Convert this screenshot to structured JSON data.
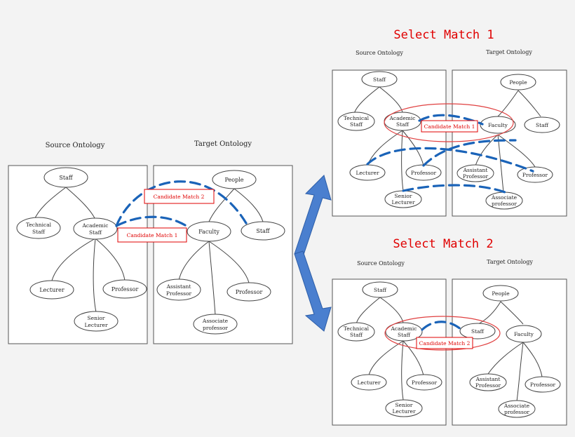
{
  "left": {
    "source_label": "Source Ontology",
    "target_label": "Target Ontology",
    "source_nodes": {
      "staff": "Staff",
      "technical_staff": [
        "Technical",
        "Staff"
      ],
      "academic_staff": [
        "Academic",
        "Staff"
      ],
      "lecturer": "Lecturer",
      "professor": "Professor",
      "senior_lecturer": [
        "Senior",
        "Lecturer"
      ]
    },
    "target_nodes": {
      "people": "People",
      "faculty": "Faculty",
      "staff": "Staff",
      "assistant_professor": [
        "Assistant",
        "Professor"
      ],
      "professor": "Professor",
      "associate_professor": [
        "Associate",
        "professor"
      ]
    },
    "candidate_1": "Candidate Match 1",
    "candidate_2": "Candidate Match 2"
  },
  "top_right": {
    "title": "Select Match 1",
    "source_label": "Source Ontology",
    "target_label": "Target Ontology",
    "candidate_label": "Candidate Match 1"
  },
  "bottom_right": {
    "title": "Select Match 2",
    "source_label": "Source Ontology",
    "target_label": "Target Ontology",
    "candidate_label": "Candidate Match 2"
  },
  "colors": {
    "match_line": "#1a63b8",
    "highlight": "#e00000",
    "arrow": "#4a7fcf"
  }
}
